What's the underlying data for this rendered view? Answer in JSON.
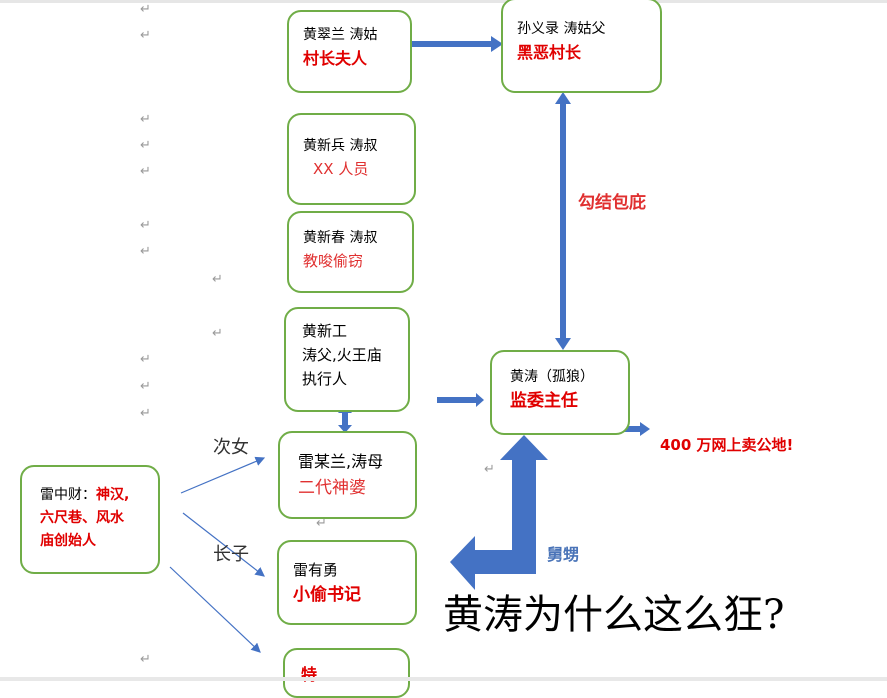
{
  "boxes": {
    "cuilan": {
      "name": "黄翠兰  涛姑",
      "role": "村长夫人"
    },
    "sunyilu": {
      "name": "孙义录 涛姑父",
      "role": "黑恶村长"
    },
    "xinbing": {
      "name": "黄新兵  涛叔",
      "role": "XX 人员"
    },
    "xinchun": {
      "name": "黄新春  涛叔",
      "role": "教唆偷窃"
    },
    "xingong": {
      "line1": "黄新工",
      "line2": "涛父,火王庙",
      "line3": "执行人"
    },
    "moulan": {
      "name": "雷某兰,涛母",
      "role": "二代神婆"
    },
    "youyong": {
      "name": "雷有勇",
      "role": "小偷书记"
    },
    "te": {
      "name": "特"
    },
    "zhongcai": {
      "name": "雷中财：",
      "role1": "神汉,",
      "role2": "六尺巷、风水",
      "role3": "庙创始人"
    },
    "huangtao": {
      "name": "黄涛（孤狼）",
      "role": "监委主任"
    }
  },
  "labels": {
    "second_daughter": "次女",
    "eldest_son": "长子",
    "collusion": "勾结包庇",
    "sell_land": "400 万网上卖公地!",
    "uncle_nephew": "舅甥",
    "title": "黄涛为什么这么狂?"
  },
  "colors": {
    "box_border": "#70ad47",
    "arrow": "#4472c4",
    "red": "#e00000"
  }
}
